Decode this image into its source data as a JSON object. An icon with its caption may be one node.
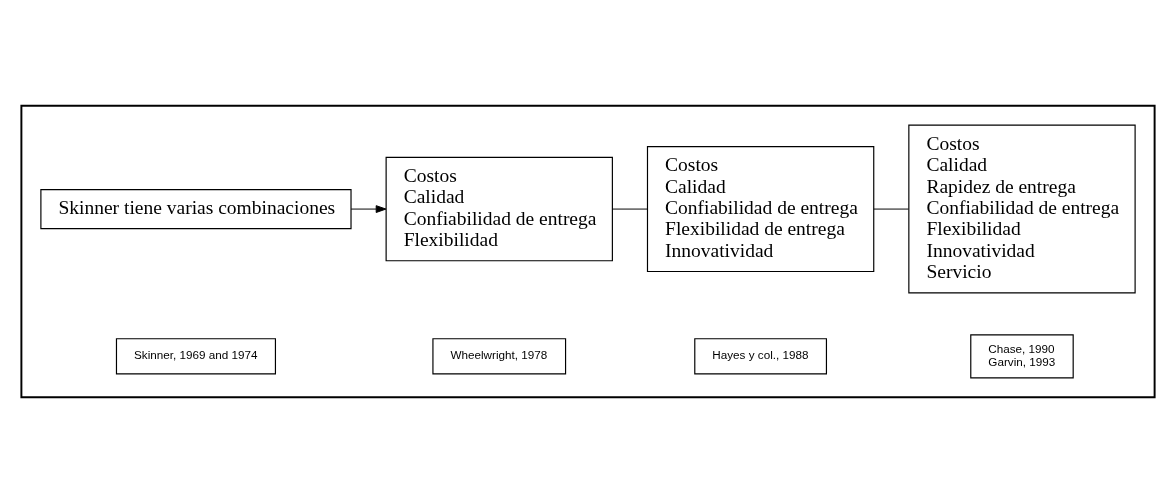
{
  "diagram": {
    "nodes": [
      {
        "text": [],
        "shape": "box"
      },
      {
        "text": [
          "Skinner tiene varias combinaciones"
        ],
        "in": 0
      },
      {
        "text": [
          "Costos",
          "Calidad",
          "Confiabilidad de entrega",
          "Flexibilidad"
        ],
        "in": 0
      },
      {
        "text": [
          "Costos",
          "Calidad",
          "Confiabilidad de entrega",
          "Flexibilidad de entrega",
          "Innovatividad"
        ],
        "in": 0
      },
      {
        "text": [
          "Costos",
          "Calidad",
          "Rapidez de entrega",
          "Confiabilidad de entrega",
          "Flexibilidad",
          "Innovatividad",
          "Servicio"
        ],
        "in": 0
      },
      {
        "text": [
          "Skinner, 1969 and 1974"
        ],
        "in": 0
      },
      {
        "text": [
          "Wheelwright, 1978"
        ],
        "in": 0
      },
      {
        "text": [
          "Hayes y col., 1988"
        ],
        "in": 0
      },
      {
        "text": [
          "Chase, 1990",
          "Garvin, 1993"
        ],
        "in": 0
      }
    ],
    "edges": [
      {
        "from": 1,
        "to": 2,
        "arrow": "to"
      },
      {
        "from": 2,
        "to": 3,
        "arrow": "none"
      },
      {
        "from": 3,
        "to": 4,
        "arrow": "none"
      }
    ]
  }
}
